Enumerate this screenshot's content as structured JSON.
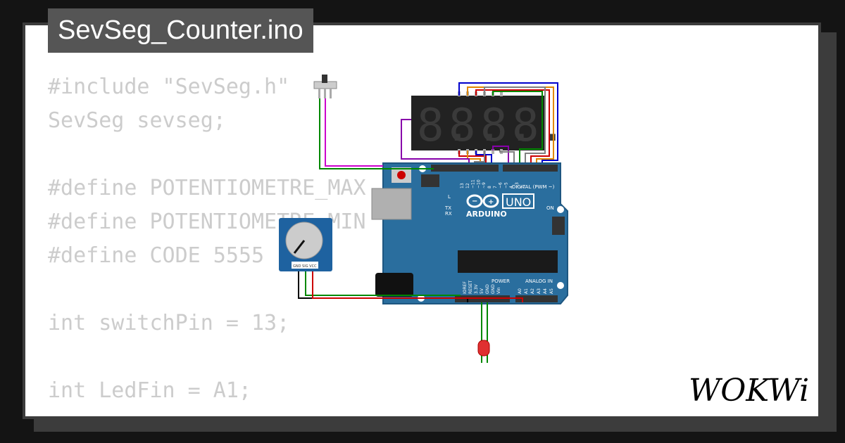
{
  "project": {
    "filename": "SevSeg_Counter.ino"
  },
  "code_lines": [
    "#include \"SevSeg.h\"",
    "SevSeg sevseg;",
    "",
    "#define POTENTIOMETRE_MAX",
    "#define POTENTIOMETRE_MIN",
    "#define CODE 5555",
    "",
    "int switchPin = 13;",
    "",
    "int LedFin = A1;"
  ],
  "display": {
    "digits": "8.8.8.8."
  },
  "board": {
    "brand": "ARDUINO",
    "model": "UNO",
    "on_label": "ON",
    "l_label": "L",
    "tx_label": "TX",
    "rx_label": "RX",
    "aref_label": "AREF",
    "gnd_label": "GND",
    "digital_label": "DIGITAL (PWM ~)",
    "power_label": "POWER",
    "analog_label": "ANALOG IN",
    "tx1_label": "TX→1",
    "rx0_label": "RX←0",
    "digital_pins": [
      "13",
      "12",
      "~11",
      "~10",
      "~9",
      "8",
      "7",
      "~6",
      "~5",
      "4",
      "~3",
      "2"
    ],
    "power_pins": [
      "IOREF",
      "RESET",
      "3.3V",
      "5V",
      "GND",
      "GND",
      "Vin"
    ],
    "analog_pins": [
      "A0",
      "A1",
      "A2",
      "A3",
      "A4",
      "A5"
    ]
  },
  "potentiometer": {
    "pin_labels": "GND SIG VCC"
  },
  "brand": {
    "logo_text": "WOKWi"
  },
  "colors": {
    "board": "#2a6e9e",
    "code_text": "#cccccc",
    "title_tab": "#555555",
    "led": "#e03030",
    "segment_off": "#3a3a3a"
  }
}
